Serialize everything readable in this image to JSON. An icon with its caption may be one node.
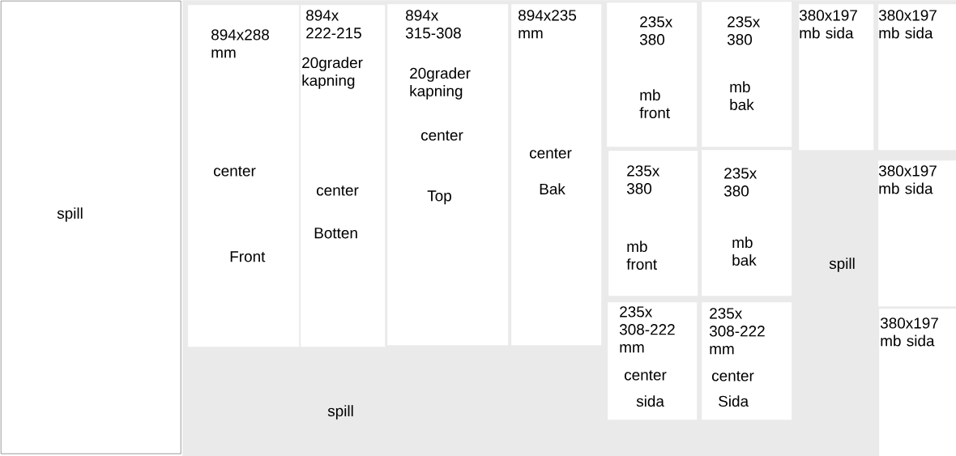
{
  "diagram": {
    "nodes": [
      {
        "text": [
          "spill"
        ]
      },
      {
        "text": [
          "spill",
          "spill"
        ]
      },
      {
        "text": [
          "894x288 mm",
          "center",
          "Front"
        ],
        "in": 1
      },
      {
        "text": [
          "894x 222-215",
          "20grader kapning",
          "center",
          "Botten"
        ],
        "in": 1
      },
      {
        "text": [
          "894x 315-308",
          "20grader kapning",
          "center",
          "Top"
        ],
        "in": 1
      },
      {
        "text": [
          "894x235 mm",
          "center",
          "Bak"
        ],
        "in": 1
      },
      {
        "text": [
          "235x 380",
          "mb front"
        ],
        "in": 1
      },
      {
        "text": [
          "235x 380",
          "mb bak"
        ],
        "in": 1
      },
      {
        "text": [
          "235x 380",
          "mb front"
        ],
        "in": 1
      },
      {
        "text": [
          "235x 380",
          "mb bak"
        ],
        "in": 1
      },
      {
        "text": [
          "235x 308-222 mm",
          "center",
          "sida"
        ],
        "in": 1
      },
      {
        "text": [
          "235x 308-222 mm",
          "center",
          "Sida"
        ],
        "in": 1
      },
      {
        "text": [
          "380x197 mb sida"
        ],
        "in": 1
      },
      {
        "text": [
          "380x197 mb sida"
        ],
        "in": 1
      },
      {
        "text": [
          "380x197 mb sida"
        ],
        "in": 1
      },
      {
        "text": [
          "380x197 mb sida"
        ],
        "in": 1
      }
    ]
  }
}
